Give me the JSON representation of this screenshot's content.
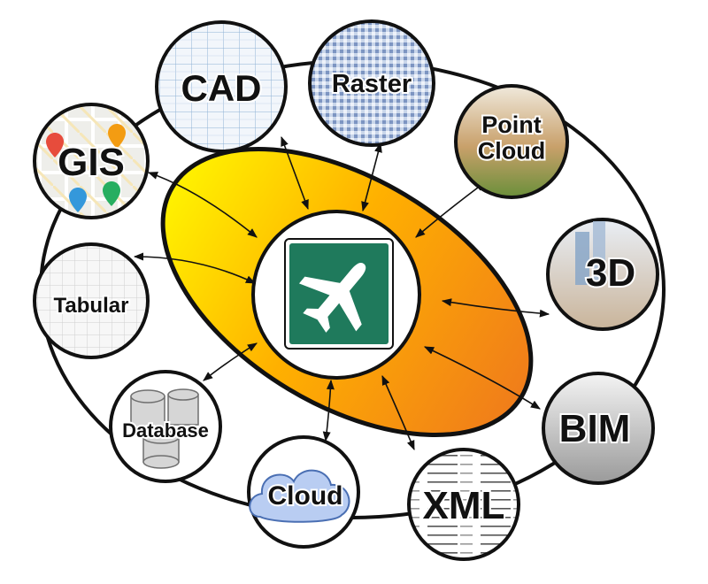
{
  "diagram": {
    "hub": {
      "icon": "airplane-icon",
      "color": "#1f7a5c",
      "ring_colors": [
        "#fff200",
        "#ffb000",
        "#f07d1a"
      ]
    },
    "nodes": [
      {
        "id": "cad",
        "label": "CAD",
        "texture": "blueprint"
      },
      {
        "id": "raster",
        "label": "Raster",
        "texture": "pixel-grid"
      },
      {
        "id": "point-cloud",
        "label": "Point Cloud",
        "texture": "terrain"
      },
      {
        "id": "3d",
        "label": "3D",
        "texture": "city-model"
      },
      {
        "id": "bim",
        "label": "BIM",
        "texture": "interior"
      },
      {
        "id": "xml",
        "label": "XML",
        "texture": "code-text"
      },
      {
        "id": "cloud",
        "label": "Cloud",
        "texture": "cloud"
      },
      {
        "id": "database",
        "label": "Database",
        "texture": "cylinders"
      },
      {
        "id": "tabular",
        "label": "Tabular",
        "texture": "table-grid"
      },
      {
        "id": "gis",
        "label": "GIS",
        "texture": "map-pins"
      }
    ]
  }
}
